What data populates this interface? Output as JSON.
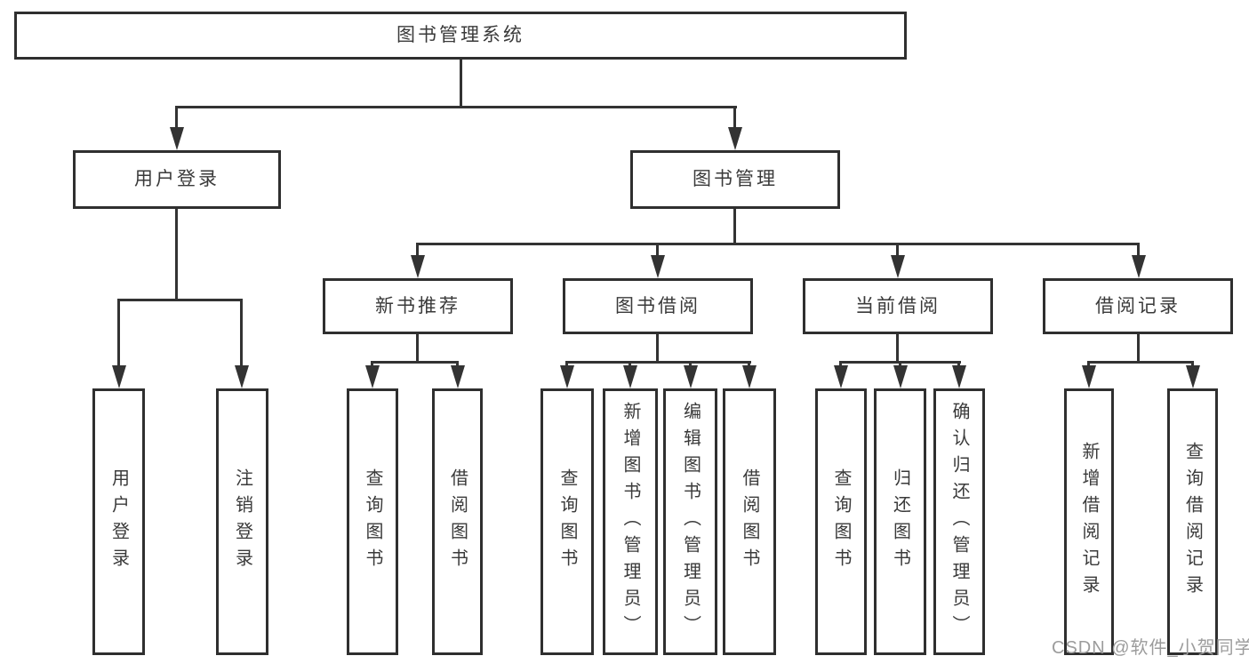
{
  "diagram_type": "tree",
  "colors": {
    "line": "#333333",
    "box_border": "#2f2f2f",
    "text": "#3a3a3a",
    "watermark": "#9c9c9c",
    "background": "#ffffff"
  },
  "tree": {
    "root": {
      "label": "图书管理系统",
      "children": [
        {
          "label": "用户登录",
          "children": [
            {
              "label": "用户登录"
            },
            {
              "label": "注销登录"
            }
          ]
        },
        {
          "label": "图书管理",
          "children": [
            {
              "label": "新书推荐",
              "children": [
                {
                  "label": "查询图书"
                },
                {
                  "label": "借阅图书"
                }
              ]
            },
            {
              "label": "图书借阅",
              "children": [
                {
                  "label": "查询图书"
                },
                {
                  "label": "新增图书（管理员）"
                },
                {
                  "label": "编辑图书（管理员）"
                },
                {
                  "label": "借阅图书"
                }
              ]
            },
            {
              "label": "当前借阅",
              "children": [
                {
                  "label": "查询图书"
                },
                {
                  "label": "归还图书"
                },
                {
                  "label": "确认归还（管理员）"
                }
              ]
            },
            {
              "label": "借阅记录",
              "children": [
                {
                  "label": "新增借阅记录"
                },
                {
                  "label": "查询借阅记录"
                }
              ]
            }
          ]
        }
      ]
    }
  },
  "watermark": {
    "text": "CSDN @软件_小贺同学"
  }
}
